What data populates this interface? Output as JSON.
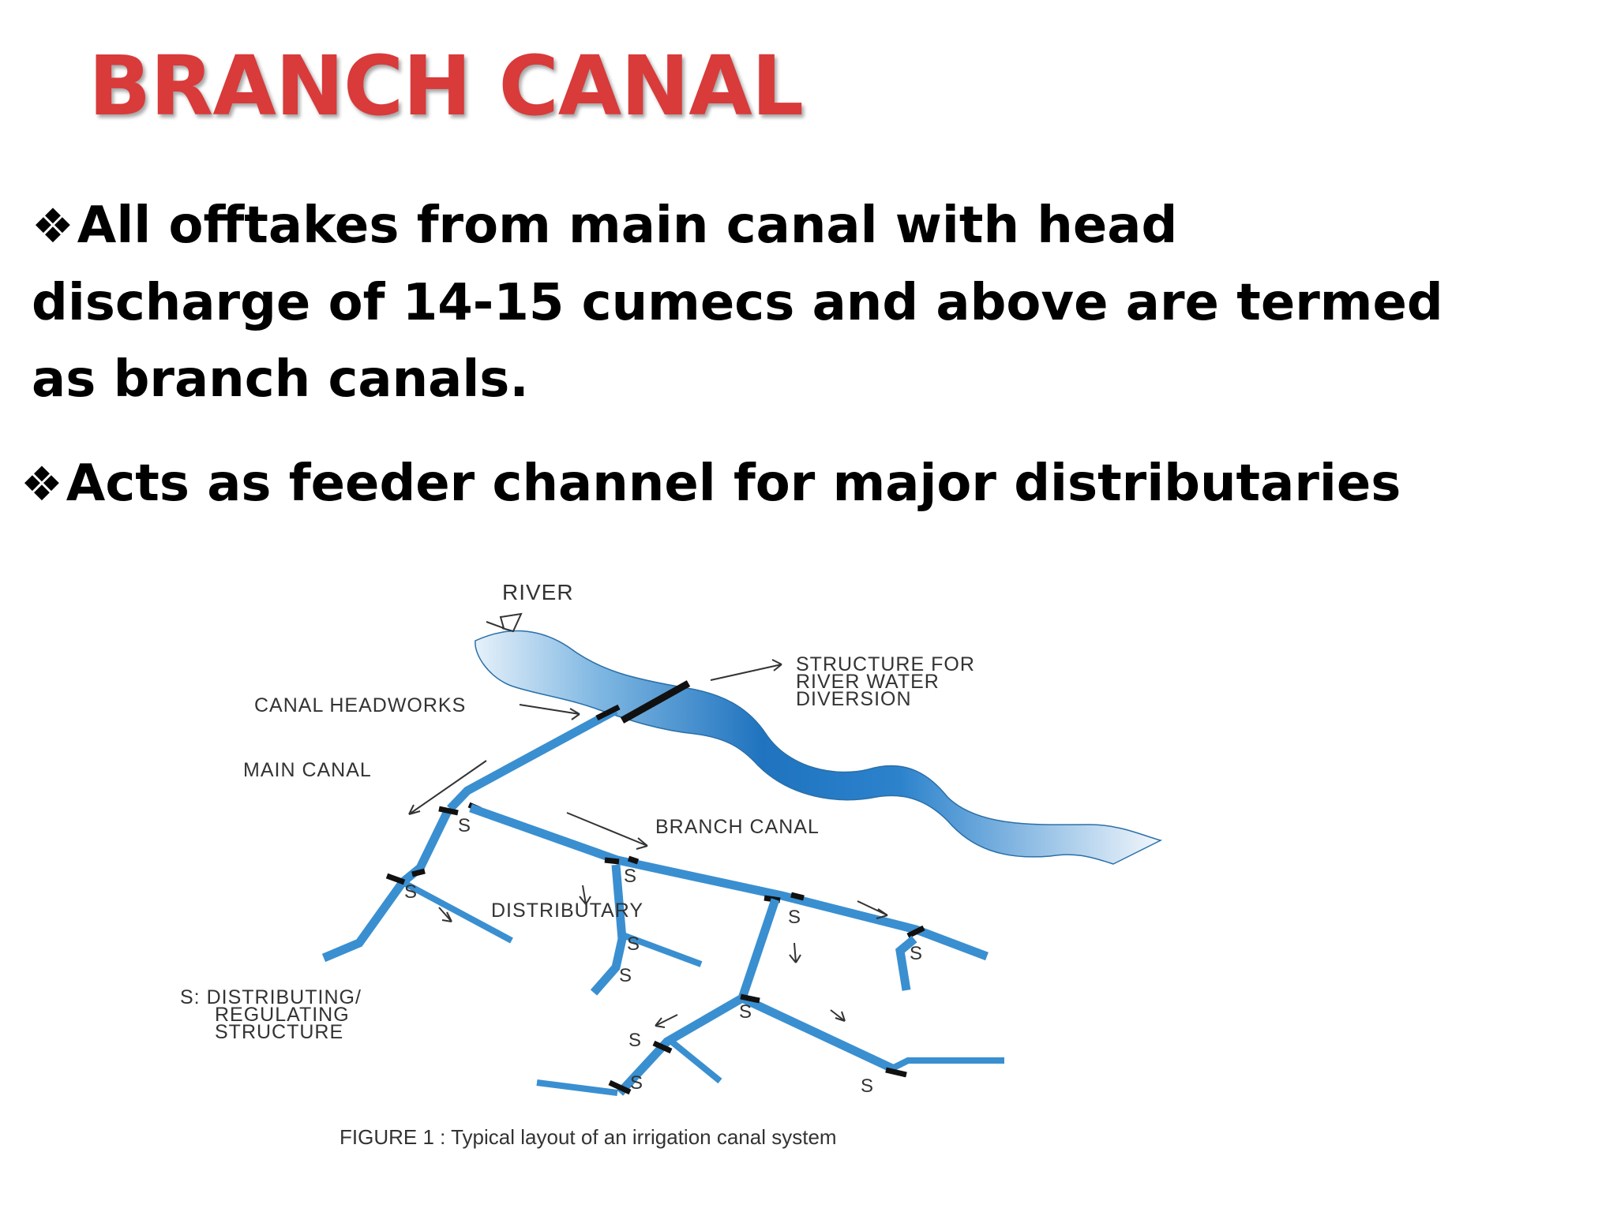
{
  "slide": {
    "title": "BRANCH CANAL",
    "bullet_glyph": "❖",
    "bullets": [
      "All offtakes from main canal with head discharge of 14-15 cumecs and above are termed as branch canals.",
      "Acts as feeder channel for major distributaries"
    ]
  },
  "figure": {
    "labels": {
      "river": "RIVER",
      "structure_line1": "STRUCTURE FOR",
      "structure_line2": "RIVER WATER",
      "structure_line3": "DIVERSION",
      "canal_headworks": "CANAL HEADWORKS",
      "main_canal": "MAIN CANAL",
      "branch_canal": "BRANCH CANAL",
      "distributary": "DISTRIBUTARY",
      "legend_line1": "S: DISTRIBUTING/",
      "legend_line2": "REGULATING",
      "legend_line3": "STRUCTURE",
      "s": "S"
    },
    "caption": "FIGURE 1 : Typical layout of an irrigation canal system"
  },
  "colors": {
    "title": "#d93a3a",
    "canal": "#3a8fd0",
    "river_dark": "#1f73bf",
    "river_light": "#dcecf8"
  }
}
